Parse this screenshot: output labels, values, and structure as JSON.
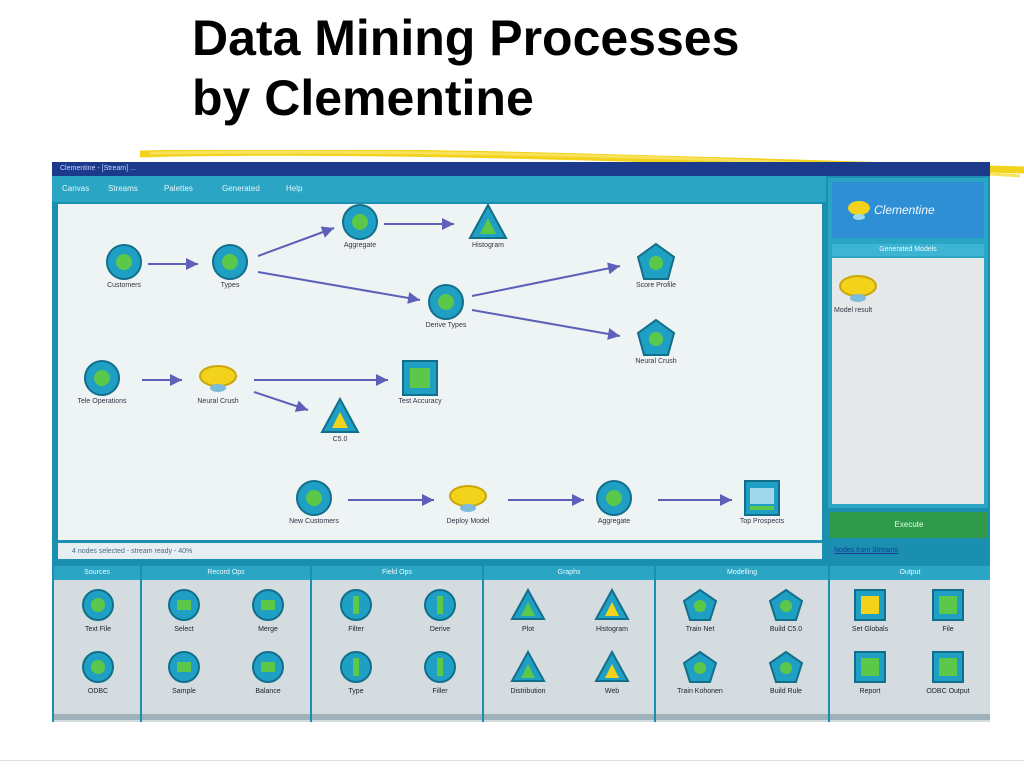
{
  "slide": {
    "title_line1": "Data Mining Processes",
    "title_line2": "by Clementine"
  },
  "app": {
    "window_title": "Clementine - [Stream] ...",
    "menu": [
      "Canvas",
      "Streams",
      "Palettes",
      "Generated",
      "Help"
    ],
    "status_text": "4 nodes selected - stream ready - 40%",
    "logo_text": "Clementine",
    "generated_header": "Generated Models",
    "generated_item_label": "Model result",
    "execute_button": "Execute",
    "link_text": "Nodes from Streams",
    "colors": {
      "window_blue": "#1a8fb0",
      "title_bar": "#1b3a8c",
      "canvas_bg": "#eef3f4",
      "node_fill": "#1f9fc4",
      "node_center": "#5cc84a",
      "model_yellow": "#f2d21a",
      "execute_green": "#2f9a4a",
      "edge": "#5e5fb8"
    }
  },
  "stream_nodes": [
    {
      "id": "source1",
      "icon": "circle-node-icon",
      "label": "Customers"
    },
    {
      "id": "type1",
      "icon": "circle-node-icon",
      "label": "Types"
    },
    {
      "id": "agg1",
      "icon": "circle-node-icon",
      "label": "Aggregate"
    },
    {
      "id": "hist1",
      "icon": "triangle-graph-icon",
      "label": "Histogram"
    },
    {
      "id": "derive1",
      "icon": "circle-node-icon",
      "label": "Derive Types"
    },
    {
      "id": "score1",
      "icon": "pentagon-model-icon",
      "label": "Score Profile"
    },
    {
      "id": "neural1",
      "icon": "pentagon-model-icon",
      "label": "Neural Crush"
    },
    {
      "id": "source2",
      "icon": "circle-node-icon",
      "label": "Tele Operations"
    },
    {
      "id": "model2",
      "icon": "model-nugget-icon",
      "label": "Neural Crush"
    },
    {
      "id": "analysis1",
      "icon": "square-output-icon",
      "label": "Test Accuracy"
    },
    {
      "id": "c50",
      "icon": "triangle-graph-icon",
      "label": "C5.0"
    },
    {
      "id": "source3",
      "icon": "circle-node-icon",
      "label": "New Customers"
    },
    {
      "id": "model3",
      "icon": "model-nugget-icon",
      "label": "Deploy Model"
    },
    {
      "id": "agg3",
      "icon": "circle-node-icon",
      "label": "Aggregate"
    },
    {
      "id": "table3",
      "icon": "square-output-icon",
      "label": "Top Prospects"
    }
  ],
  "palette": [
    {
      "title": "Sources",
      "items": [
        {
          "icon": "source-node-icon",
          "label": "Text File"
        },
        {
          "icon": "source-node-icon",
          "label": "ODBC"
        }
      ]
    },
    {
      "title": "Record Ops",
      "items": [
        {
          "icon": "record-node-icon",
          "label": "Select"
        },
        {
          "icon": "record-node-icon",
          "label": "Merge"
        },
        {
          "icon": "record-node-icon",
          "label": "Sample"
        },
        {
          "icon": "record-node-icon",
          "label": "Balance"
        }
      ]
    },
    {
      "title": "Field Ops",
      "items": [
        {
          "icon": "field-node-icon",
          "label": "Filter"
        },
        {
          "icon": "field-node-icon",
          "label": "Derive"
        },
        {
          "icon": "field-node-icon",
          "label": "Type"
        },
        {
          "icon": "field-node-icon",
          "label": "Filler"
        }
      ]
    },
    {
      "title": "Graphs",
      "items": [
        {
          "icon": "graph-node-icon",
          "label": "Plot"
        },
        {
          "icon": "graph-node-icon",
          "label": "Histogram"
        },
        {
          "icon": "graph-node-icon",
          "label": "Distribution"
        },
        {
          "icon": "graph-node-icon",
          "label": "Web"
        }
      ]
    },
    {
      "title": "Modelling",
      "items": [
        {
          "icon": "model-node-icon",
          "label": "Train Net"
        },
        {
          "icon": "model-node-icon",
          "label": "Build C5.0"
        },
        {
          "icon": "model-node-icon",
          "label": "Train Kohonen"
        },
        {
          "icon": "model-node-icon",
          "label": "Build Rule"
        }
      ]
    },
    {
      "title": "Output",
      "items": [
        {
          "icon": "output-node-icon",
          "label": "Set Globals"
        },
        {
          "icon": "output-node-icon",
          "label": "File"
        },
        {
          "icon": "output-node-icon",
          "label": "Report"
        },
        {
          "icon": "output-node-icon",
          "label": "ODBC Output"
        }
      ]
    }
  ]
}
